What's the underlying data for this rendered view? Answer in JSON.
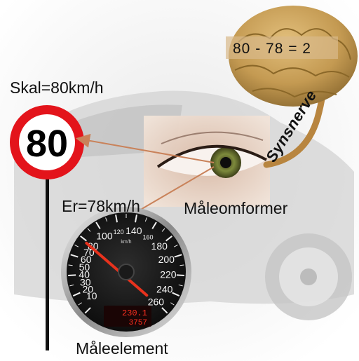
{
  "diagram": {
    "sign_label": "Skal=80km/h",
    "sign_value": "80",
    "actual_label": "Er=78km/h",
    "converter_label": "Måleomformer",
    "nerve_label": "Synsnerve",
    "element_label": "Måleelement",
    "brain_calc": "80 - 78 =  2"
  },
  "speedometer": {
    "scale": [
      "10",
      "20",
      "30",
      "40",
      "50",
      "60",
      "70",
      "80",
      "100",
      "120",
      "140",
      "160",
      "180",
      "200",
      "220",
      "240",
      "260"
    ],
    "unit": "km/h",
    "needle_value": 78,
    "odometer_top": "230.1",
    "odometer_bottom": "3757"
  },
  "colors": {
    "sign_ring": "#e3141b",
    "needle": "#e8321d",
    "brain": "#c49a52",
    "arrow": "#c9825a",
    "lcd": "#ff3020"
  }
}
